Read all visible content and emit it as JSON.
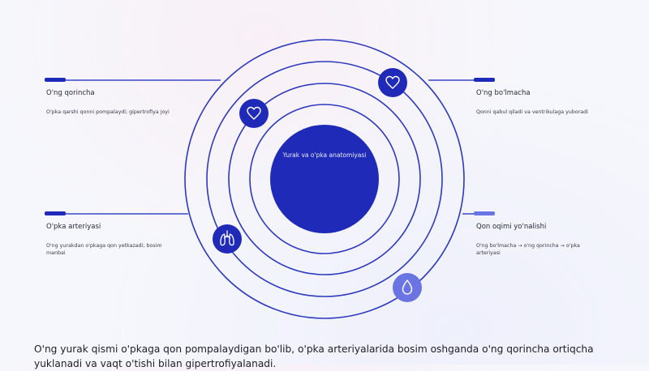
{
  "center": {
    "title": "Yurak va o'pka anatomiyasi"
  },
  "items": [
    {
      "id": "right-ventricle",
      "title": "O'ng qorincha",
      "description": "O'pka qarshi qonni pompalaydi; gipertrofiya joyi",
      "icon": "heart-icon"
    },
    {
      "id": "right-atrium",
      "title": "O'ng bo'lmacha",
      "description": "Qonni qabul qiladi va ventrikulaga yuboradi",
      "icon": "heart-icon"
    },
    {
      "id": "pulmonary-artery",
      "title": "O'pka arteriyasi",
      "description": "O'ng yurakdan o'pkaga qon yetkazadi; bosim manbai",
      "icon": "lungs-icon"
    },
    {
      "id": "blood-flow",
      "title": "Qon oqimi yo'nalishi",
      "description": "O'ng bo'lmacha → o'ng qorincha → o'pka arteriyasi",
      "icon": "droplet-icon"
    }
  ],
  "caption": "O'ng yurak qismi o'pkaga qon pompalaydigan bo'lib, o'pka arteriyalarida bosim oshganda o'ng qorincha ortiqcha yuklanadi va vaqt o'tishi bilan gipertrofiyalanadi.",
  "colors": {
    "primary": "#1f2bb8",
    "line": "#3a46c8",
    "accent_light": "#7a86f0"
  }
}
